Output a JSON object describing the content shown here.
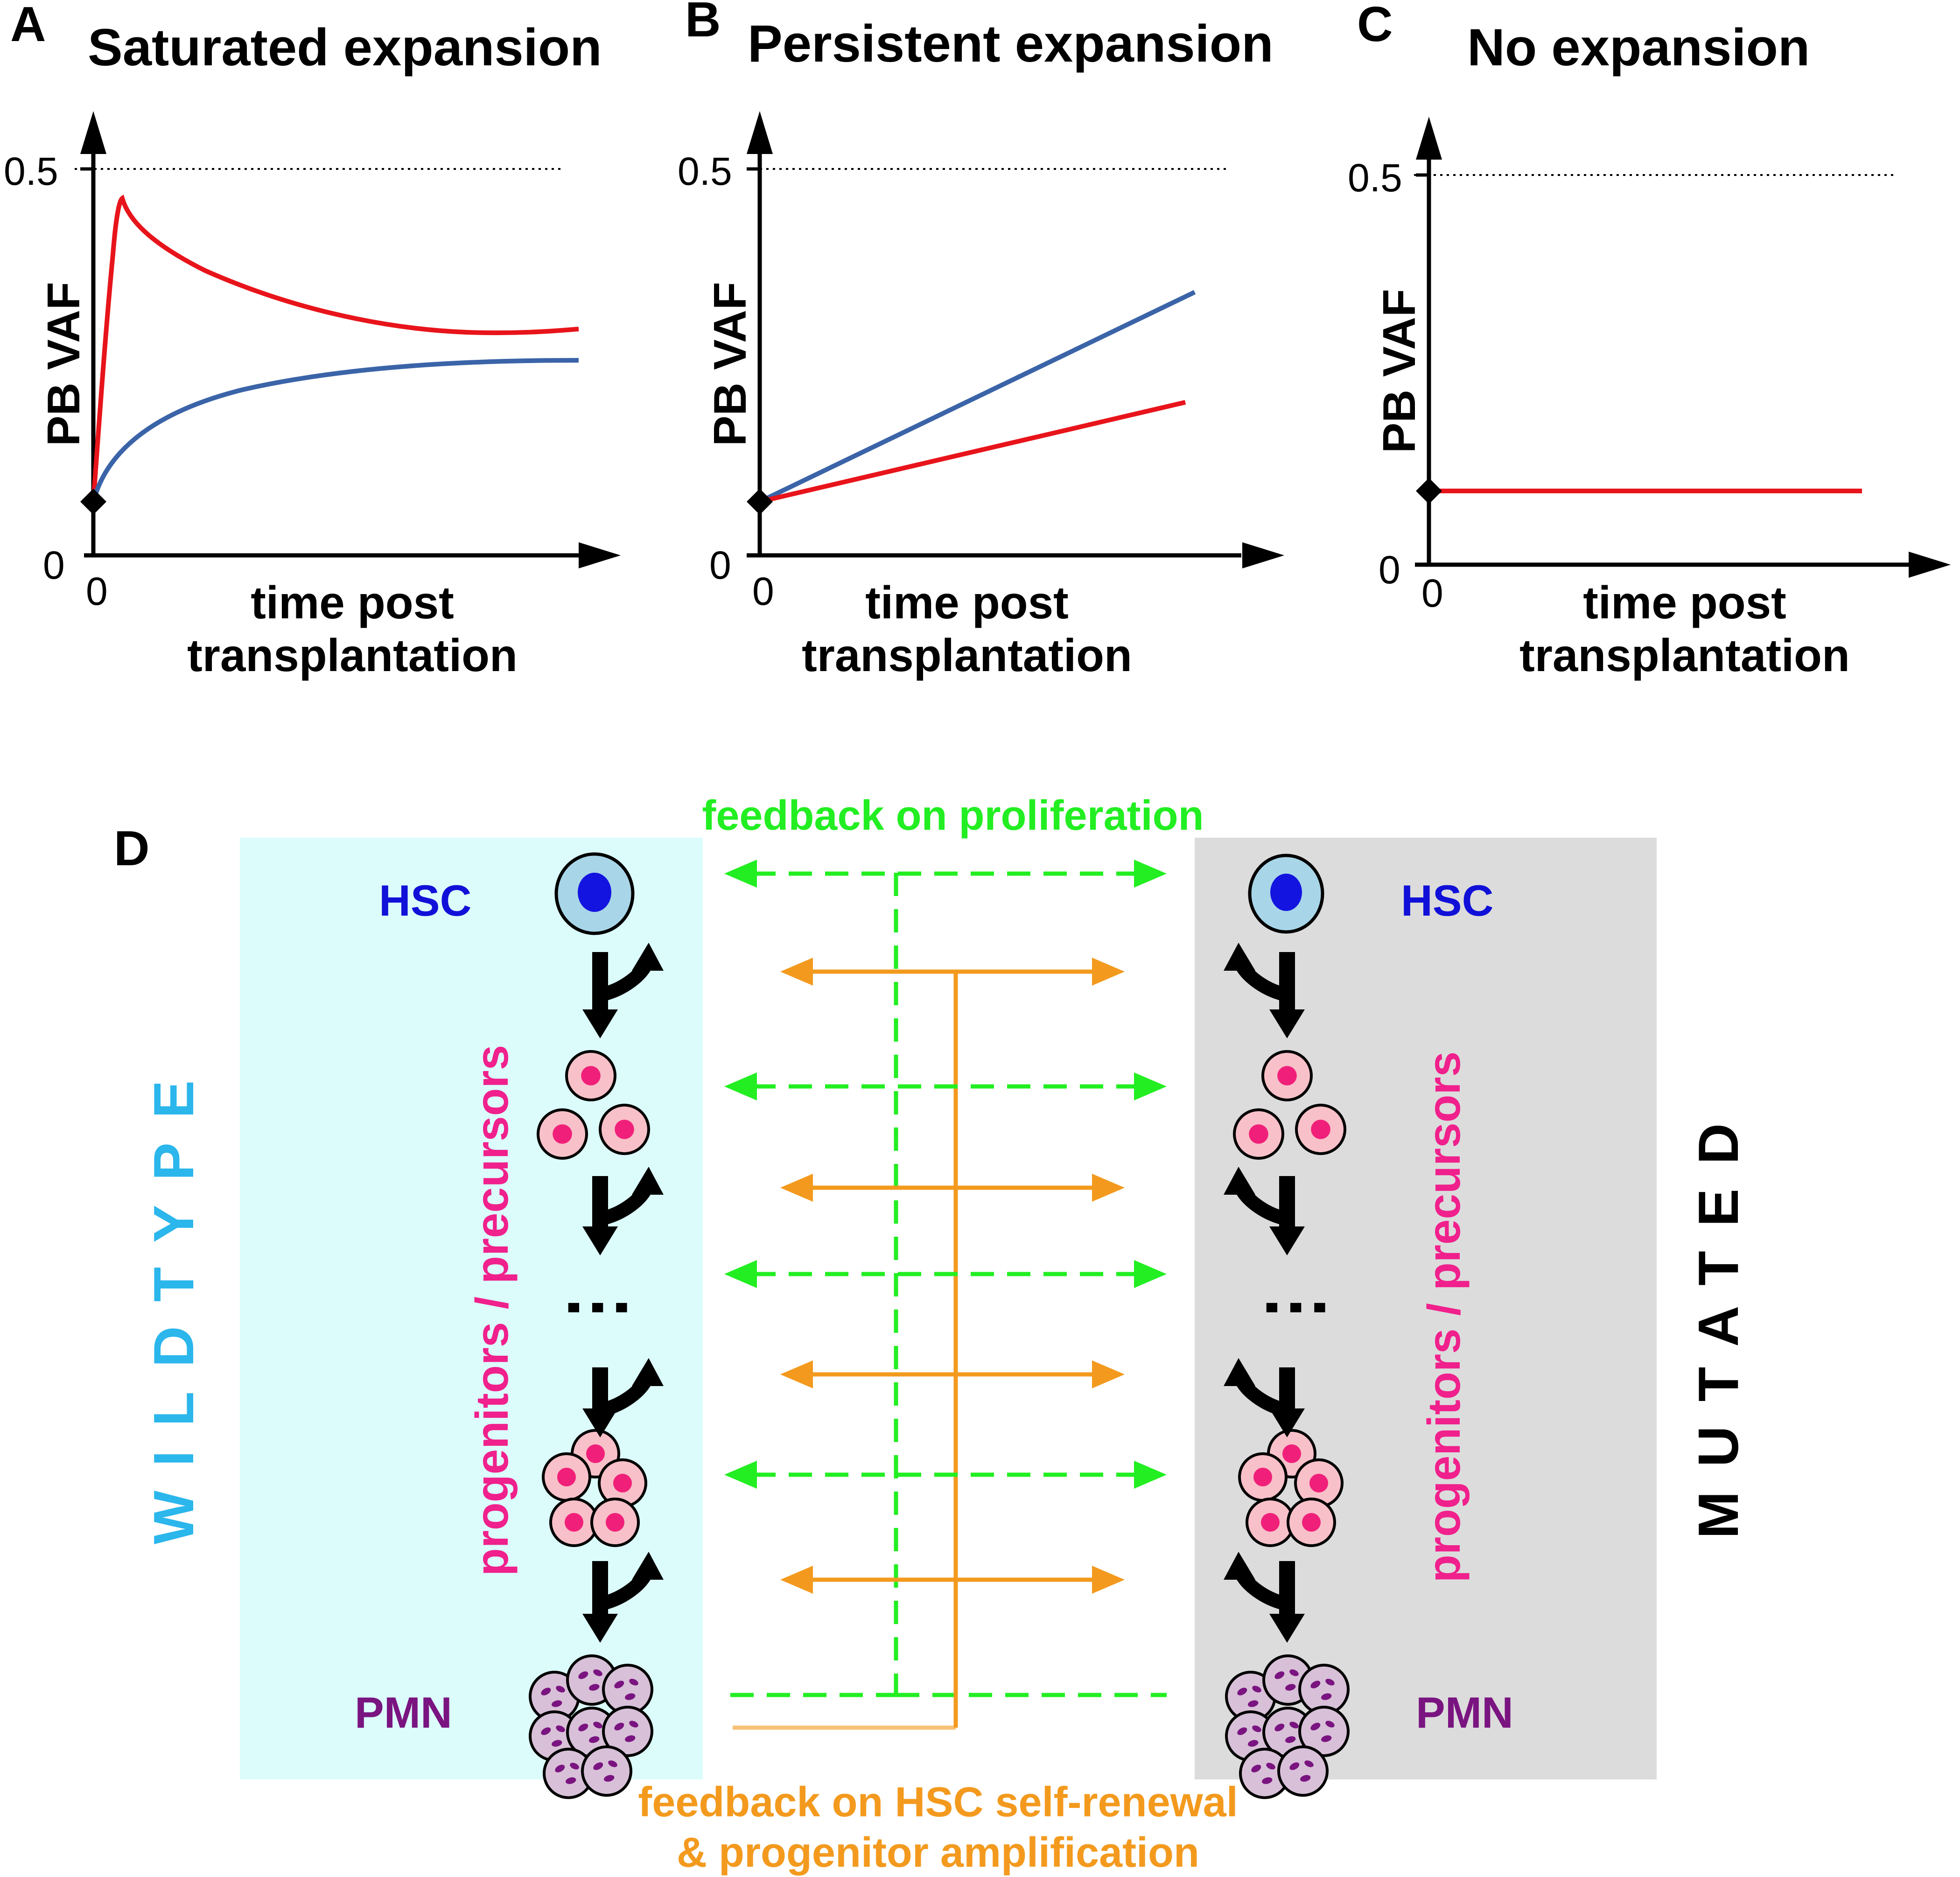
{
  "panels": [
    {
      "letter": "A",
      "title": "Saturated expansion"
    },
    {
      "letter": "B",
      "title": "Persistent expansion"
    },
    {
      "letter": "C",
      "title": "No expansion"
    }
  ],
  "axes": {
    "ylabel": "PB VAF",
    "xlabel_line1": "time post",
    "xlabel_line2": "transplantation",
    "y_tick_top": "0.5",
    "y_tick_zero": "0",
    "x_tick_zero": "0"
  },
  "series_colors": {
    "red": "#e8141b",
    "blue": "#3b64a8"
  },
  "panel_d": {
    "letter": "D",
    "left_side_label": "WILDTYPE",
    "right_side_label": "MUTATED",
    "hsc_label": "HSC",
    "pmn_label": "PMN",
    "progenitor_label": "progenitors / precursors",
    "ellipsis": "⋮",
    "feedback_top": "feedback on proliferation",
    "feedback_bottom_line1": "feedback on HSC self-renewal",
    "feedback_bottom_line2": "& progenitor amplification",
    "colors": {
      "wildtype_bg": "#dcfcfc",
      "mutated_bg": "#dcdcdc",
      "wildtype_text": "#2bb6ec",
      "hsc_text": "#1010d8",
      "pmn_text": "#7a1480",
      "progenitor_text": "#f0208c",
      "proliferation_feedback": "#22ee22",
      "renewal_feedback": "#f39a1e"
    }
  }
}
